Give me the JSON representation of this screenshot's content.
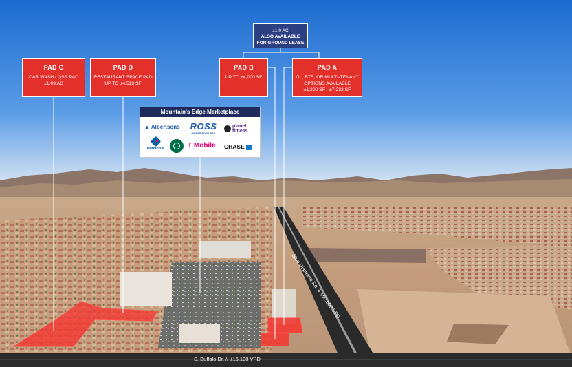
{
  "image": {
    "colors": {
      "sky_top": "#1f73d4",
      "sky_horizon": "#d6e3f4",
      "pad_red": "#e3302b",
      "navy": "#2c3f83",
      "highlight_red": "#f23a34"
    }
  },
  "ground_lease": {
    "line1": "±1.0 AC",
    "line2": "ALSO AVAILABLE",
    "line3": "FOR GROUND LEASE"
  },
  "pads": [
    {
      "title": "PAD C",
      "line1": "CAR WASH / QSR PAD",
      "line2": "±1.09 AC",
      "line3": ""
    },
    {
      "title": "PAD D",
      "line1": "RESTAURANT SPACE PAD",
      "line2": "UP TO ±4,513 SF",
      "line3": ""
    },
    {
      "title": "PAD B",
      "line1": "UP TO ±4,000 SF",
      "line2": "",
      "line3": ""
    },
    {
      "title": "PAD A",
      "line1": "GL, BTS, OR MULTI-TENANT",
      "line2": "OPTIONS AVAILABLE",
      "line3": "±1,200 SF - ±7,232 SF"
    }
  ],
  "marketplace": {
    "title": "Mountain's Edge Marketplace",
    "tenants": {
      "albertsons": "Albertsons",
      "ross": "ROSS",
      "ross_tagline": "DRESS FOR LESS",
      "planet_fitness": "planet fitness",
      "dominos": "Domino's",
      "starbucks_icon": "starbucks-siren-icon",
      "tmobile": "T Mobile",
      "chase": "CHASE"
    }
  },
  "roads": {
    "buffalo": "S. Buffalo Dr. // ±16,100 VPD",
    "blue_diamond": "Blue Diamond Rd. // ±50,500 VPD"
  }
}
